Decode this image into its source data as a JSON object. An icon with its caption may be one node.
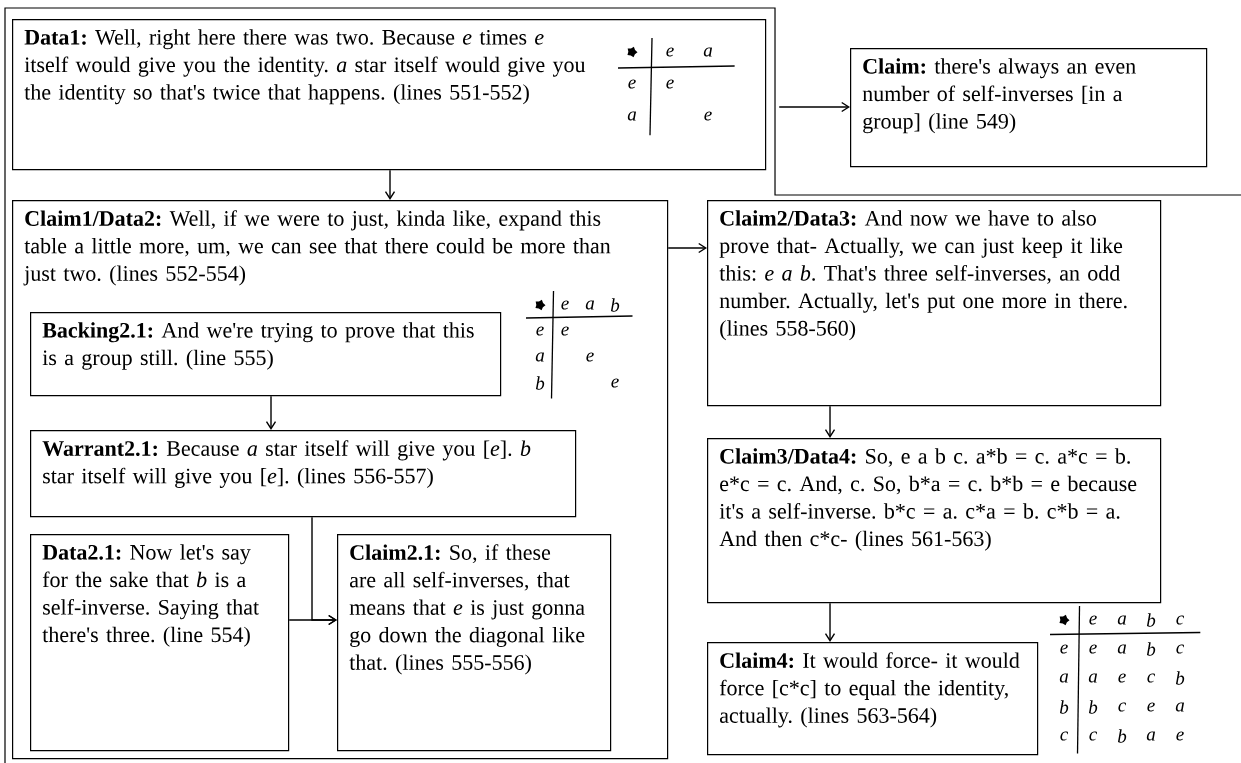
{
  "diagram": {
    "nodes": [
      {
        "text": [
          "Data1:",
          "Well, right here there was two. Because *e* times *e* itself would give you the identity. *a* star itself would give you the identity so that's twice that happens. (lines 551-552)"
        ]
      },
      {
        "text": [
          "Claim:",
          "there's always an even number of self-inverses [in a group] (line 549)"
        ]
      },
      {
        "text": [
          "Claim1/Data2:",
          "Well, if we were to just, kinda like, expand this table a little more, um, we can see that there could be more than just two. (lines 552-554)"
        ]
      },
      {
        "text": [
          "Backing2.1:",
          "And we're trying to prove that this is a group still. (line 555)"
        ],
        "in": 2
      },
      {
        "text": [
          "Warrant2.1:",
          "Because *a* star itself will give you [*e*]. *b* star itself will give you [*e*]. (lines 556-557)"
        ],
        "in": 2
      },
      {
        "text": [
          "Data2.1:",
          "Now let's say for the sake that *b* is a self-inverse. Saying that there's three. (line 554)"
        ],
        "in": 2
      },
      {
        "text": [
          "Claim2.1:",
          "So, if these are all self-inverses, that means that *e* is just gonna go down the diagonal like that. (lines 555-556)"
        ],
        "in": 2
      },
      {
        "text": [
          "Claim2/Data3:",
          "And now we have to also prove that- Actually, we can just keep it like this: *e a b*. That's three self-inverses, an odd number. Actually, let's put one more in there. (lines 558-560)"
        ]
      },
      {
        "text": [
          "Claim3/Data4:",
          "So, e a b c. a*b = c. a*c = b. e*c = c. And, c. So, b*a = c. b*b = e because it's a self-inverse. b*c = a. c*a = b. c*b = a. And then c*c- (lines 561-563)"
        ]
      },
      {
        "text": [
          "Claim4:",
          "It would force- it would force [c*c] to equal the identity, actually. (lines 563-564)"
        ]
      }
    ],
    "edges": [
      {
        "from": 0,
        "to": 1,
        "arrow": "to"
      },
      {
        "from": 0,
        "to": 2,
        "arrow": "to"
      },
      {
        "from": 2,
        "to": 7,
        "arrow": "to"
      },
      {
        "from": 3,
        "to": 4,
        "arrow": "to"
      },
      {
        "from": 4,
        "to": 6,
        "arrow": "to"
      },
      {
        "from": 5,
        "to": 6,
        "arrow": "to"
      },
      {
        "from": 7,
        "to": 8,
        "arrow": "to"
      },
      {
        "from": 8,
        "to": 9,
        "arrow": "to"
      }
    ],
    "labels": [
      "e",
      "a",
      "e",
      "e",
      "a",
      "e",
      "e",
      "a",
      "b",
      "e",
      "e",
      "a",
      "e",
      "b",
      "e",
      "e",
      "a",
      "b",
      "c",
      "e",
      "e",
      "a",
      "b",
      "c",
      "a",
      "a",
      "e",
      "c",
      "b",
      "b",
      "b",
      "c",
      "e",
      "a",
      "c",
      "c",
      "b",
      "a",
      "e"
    ]
  }
}
